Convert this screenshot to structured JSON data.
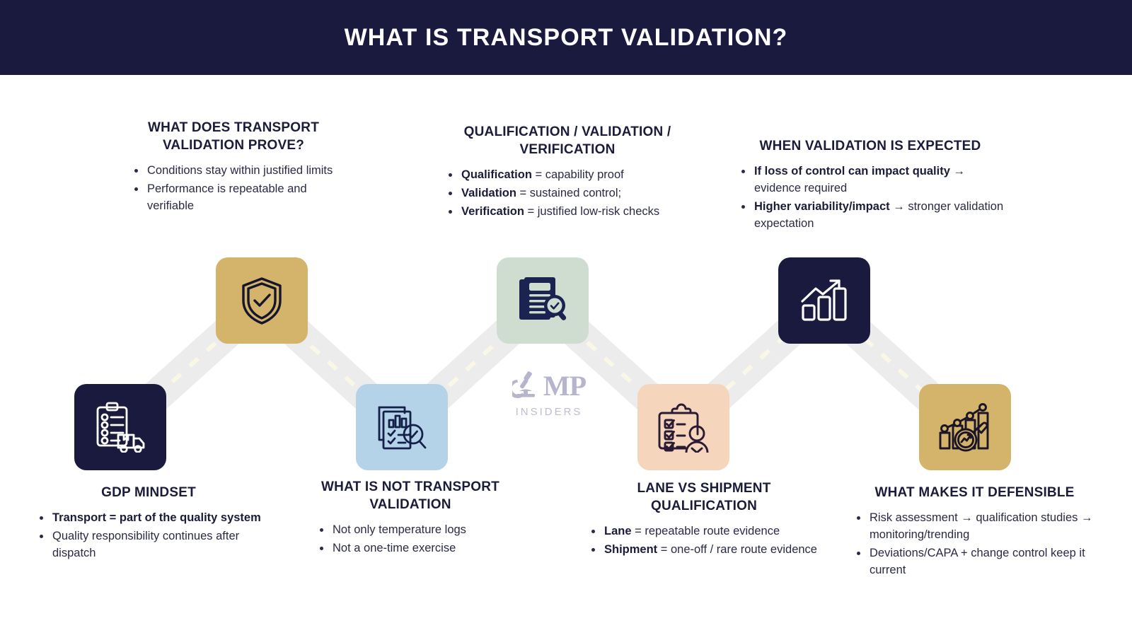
{
  "header": {
    "title": "WHAT IS TRANSPORT VALIDATION?"
  },
  "colors": {
    "header_bg": "#1a1a3e",
    "text_navy": "#1b1b3a",
    "gold": "#d4b36a",
    "sage": "#cfddd1",
    "navy": "#1a1a3e",
    "light_blue": "#b4d2e8",
    "peach": "#f5d5bc",
    "road": "#ececec",
    "road_dash": "#fbf7e6",
    "watermark": "#8a89ad"
  },
  "blocks": {
    "prove": {
      "title": "WHAT DOES TRANSPORT VALIDATION PROVE?",
      "bullets": [
        {
          "lead": "",
          "rest": "Conditions stay within justified limits"
        },
        {
          "lead": "",
          "rest": "Performance is repeatable and verifiable"
        }
      ]
    },
    "qvv": {
      "title": "QUALIFICATION / VALIDATION / VERIFICATION",
      "bullets": [
        {
          "lead": "Qualification",
          "rest": " = capability proof"
        },
        {
          "lead": "Validation",
          "rest": " = sustained control;"
        },
        {
          "lead": "Verification",
          "rest": " = justified low-risk checks"
        }
      ]
    },
    "when": {
      "title": "WHEN VALIDATION IS EXPECTED",
      "bullets": [
        {
          "lead": "If loss of control can impact quality",
          "rest": " → evidence required"
        },
        {
          "lead": "Higher variability/impact",
          "rest": " → stronger validation expectation"
        }
      ]
    },
    "gdp": {
      "title": "GDP MINDSET",
      "bullets": [
        {
          "lead": "Transport = part of the quality system",
          "rest": ""
        },
        {
          "lead": "",
          "rest": "Quality responsibility continues after dispatch"
        }
      ]
    },
    "isnot": {
      "title": "WHAT IS NOT TRANSPORT VALIDATION",
      "bullets": [
        {
          "lead": "",
          "rest": "Not only temperature logs"
        },
        {
          "lead": "",
          "rest": "Not a one-time exercise"
        }
      ]
    },
    "lane": {
      "title": "LANE VS SHIPMENT QUALIFICATION",
      "bullets": [
        {
          "lead": "Lane",
          "rest": " = repeatable route evidence"
        },
        {
          "lead": "Shipment",
          "rest": " = one-off / rare route evidence"
        }
      ]
    },
    "defensible": {
      "title": "WHAT MAKES IT DEFENSIBLE",
      "bullets": [
        {
          "lead": "",
          "rest": "Risk assessment → qualification studies → monitoring/trending"
        },
        {
          "lead": "",
          "rest": "Deviations/CAPA + change control keep it current"
        }
      ]
    }
  },
  "tiles": [
    {
      "id": "shield",
      "icon": "shield-check-icon",
      "color": "#d4b36a"
    },
    {
      "id": "document",
      "icon": "document-magnifier-icon",
      "color": "#cfddd1"
    },
    {
      "id": "growth",
      "icon": "growth-chart-icon",
      "color": "#1a1a3e"
    },
    {
      "id": "truck",
      "icon": "clipboard-truck-icon",
      "color": "#1a1a3e"
    },
    {
      "id": "report",
      "icon": "report-analysis-icon",
      "color": "#b4d2e8"
    },
    {
      "id": "checklist",
      "icon": "checklist-person-icon",
      "color": "#f5d5bc"
    },
    {
      "id": "analytics",
      "icon": "analytics-magnifier-icon",
      "color": "#d4b36a"
    }
  ],
  "watermark": {
    "brand": "MP",
    "sub": "INSIDERS",
    "icon": "microscope-icon"
  }
}
